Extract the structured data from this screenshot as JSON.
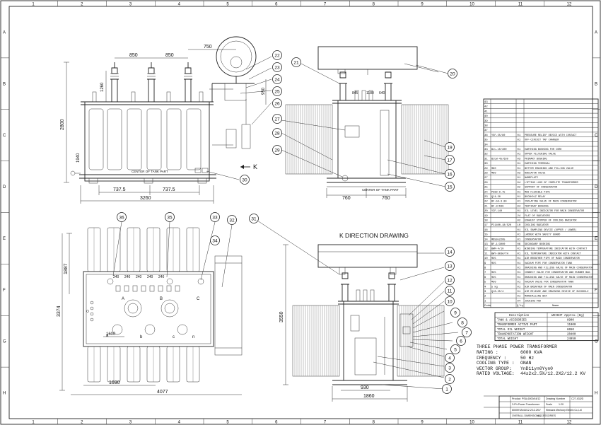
{
  "frame": {
    "columns": [
      "1",
      "2",
      "3",
      "4",
      "5",
      "6",
      "7",
      "8",
      "9",
      "10",
      "11",
      "12"
    ],
    "rows": [
      "A",
      "B",
      "C",
      "D",
      "E",
      "F",
      "G",
      "H"
    ]
  },
  "views": {
    "k_direction_title": "K DIRECTION DRAWING",
    "center_of_tank": "CENTER OF TANK PART",
    "k_arrow": "K",
    "front_markers": [
      "A",
      "B",
      "C"
    ],
    "bottom_markers": [
      "a",
      "b",
      "c",
      "n"
    ]
  },
  "dimensions": {
    "front": [
      "850",
      "850",
      "750",
      "2800",
      "1260",
      "1940",
      "950",
      "737.5",
      "737.5",
      "3260"
    ],
    "side": [
      "760",
      "760",
      "845",
      "1180",
      "640"
    ],
    "plan": [
      "1887",
      "3374",
      "1690",
      "4077",
      "1600",
      "240",
      "240",
      "240",
      "240",
      "240"
    ],
    "kview": [
      "3550",
      "930",
      "1860"
    ]
  },
  "balloons": {
    "front": [
      "22",
      "23",
      "24",
      "25",
      "26",
      "30"
    ],
    "side": [
      "21",
      "20",
      "27",
      "28",
      "29",
      "19",
      "17",
      "16",
      "15"
    ],
    "plan": [
      "36",
      "35",
      "33",
      "32",
      "34"
    ],
    "kview": [
      "31",
      "14",
      "13",
      "12",
      "11",
      "10",
      "9",
      "8",
      "7",
      "6",
      "5",
      "4",
      "3",
      "2",
      "1"
    ]
  },
  "bom": {
    "header": [
      "Code",
      "",
      "Q'ty",
      "Name"
    ],
    "rows": [
      [
        "43",
        "",
        "",
        ""
      ],
      [
        "42",
        "",
        "",
        ""
      ],
      [
        "41",
        "",
        "",
        ""
      ],
      [
        "40",
        "",
        "",
        ""
      ],
      [
        "39",
        "",
        "",
        ""
      ],
      [
        "38",
        "",
        "",
        ""
      ],
      [
        "37",
        "",
        "",
        ""
      ],
      [
        "36",
        "YSF-55/80",
        "01",
        "PRESSURE RELIEF DEVICE WITH CONTACT"
      ],
      [
        "35",
        "",
        "01",
        "OFF-CIRCUIT TAP CHANGER"
      ],
      [
        "34",
        "",
        "",
        ""
      ],
      [
        "33",
        "BJL-10/300",
        "01",
        "EARTHING BUSHING FOR CORE"
      ],
      [
        "32",
        "",
        "01",
        "UPPER FILTERING VALVE"
      ],
      [
        "31",
        "BJLW-45/630",
        "03",
        "PRIMARY BUSHING"
      ],
      [
        "30",
        "",
        "01",
        "EARTHING TERMINAL"
      ],
      [
        "29",
        "Φ80",
        "01",
        "BOTTOM DRAINING AND FILLING VALVE"
      ],
      [
        "28",
        "Φ80",
        "03",
        "RADIATOR VALVE"
      ],
      [
        "27",
        "",
        "01",
        "NAMEPLATE"
      ],
      [
        "26",
        "",
        "04",
        "LIFTING LUGS OF COMPLETE TRANSFORMER"
      ],
      [
        "25",
        "",
        "02",
        "SUPPORT OF CONSERVATOR"
      ],
      [
        "24",
        "PG80-0.75",
        "01",
        "Φ80 FLEXIBLE PIPE"
      ],
      [
        "23",
        "QJ4-50",
        "01",
        "BUCHHOLZ RELAY"
      ],
      [
        "22",
        "BF-50-3.80",
        "01",
        "ISOLATING VALVE OF MAIN CONSERVATOR"
      ],
      [
        "21",
        "BF-3/630",
        "04",
        "TERTIARY BUSHING"
      ],
      [
        "20",
        "YZF-140",
        "01",
        "OIL LEVEL INDICATOR FOR MAIN CONSERVATOR"
      ],
      [
        "19",
        "",
        "24",
        "FLAT OF RADIATORS"
      ],
      [
        "18",
        "",
        "02",
        "EXHAUST STOPPER OF COOLING RADIATOR"
      ],
      [
        "17",
        "PC1400-18/520",
        "10",
        "COOLING RADIATOR"
      ],
      [
        "16",
        "",
        "01",
        "OIL SAMPLING DEVICE (UPPER / LOWER)"
      ],
      [
        "15",
        "",
        "01",
        "LADDER WITH SAFETY GUARD"
      ],
      [
        "14",
        "Φ650x2205",
        "01",
        "CONSERVATOR"
      ],
      [
        "13",
        "BF-1/3000",
        "06",
        "SECONDARY BUSHING"
      ],
      [
        "12",
        "BWR-4/10",
        "01",
        "WINDING TEMPERATURE INDICATOR WITH CONTACT"
      ],
      [
        "11",
        "BWY-803A/TH",
        "01",
        "OIL TEMPERATURE INDICATOR WITH CONTACT"
      ],
      [
        "10",
        "Φ25",
        "01",
        "AIR BREATHER PIPE OF MAIN CONSERVATOR"
      ],
      [
        "9",
        "Φ25",
        "01",
        "VACUUM PIPE FOR CONSERVATOR TANK"
      ],
      [
        "8",
        "",
        "01",
        "DRAINING AND FILLING VALVE OF MAIN CONSERVATOR"
      ],
      [
        "7",
        "Φ25",
        "01",
        "CONNECT VALVE FOR CONSERVATOR AND RUBBER BAG"
      ],
      [
        "6",
        "Φ25",
        "01",
        "DRAINING AND FILLING VALVE OF MAIN CONSERVATOR"
      ],
      [
        "5",
        "Φ50",
        "01",
        "VACUUM VALVE FOR CONSERVATOR TANK"
      ],
      [
        "4",
        "5 kg",
        "01",
        "AIR BREATHER OF MAIN CONSERVATOR"
      ],
      [
        "3",
        "QJ8-25/4",
        "01",
        "AIR RELEASE AND DRAINING DEVICE OF BUCHHOLZ"
      ],
      [
        "2",
        "",
        "01",
        "MARSHALLING BOX"
      ],
      [
        "1",
        "",
        "04",
        "JACKING PAD"
      ]
    ]
  },
  "weights": {
    "header": [
      "Description",
      "WEIGHT Approx.(Kg)"
    ],
    "rows": [
      [
        "TANK & ACCESORIES",
        "8900"
      ],
      [
        "TRANSFORMER ACTIVE PART",
        "11000"
      ],
      [
        "TOTAL OIL WEIGHT",
        "6650"
      ],
      [
        "TRANSPORTATION WEIGHT",
        "20400"
      ],
      [
        "TOTAL WEIGHT",
        "24950"
      ]
    ]
  },
  "specs": {
    "title": "THREE PHASE POWER TRANSFORMER",
    "rows": [
      {
        "k": "RATING :",
        "v": "6000 KVA"
      },
      {
        "k": "FREQUENCY :",
        "v": "50  Hz"
      },
      {
        "k": "COOLING TYPE :",
        "v": "ONAN"
      },
      {
        "k": "VECTOR GROUP:",
        "v": "YnD11yn0Yyn0"
      },
      {
        "k": "RATED VOLTAGE:",
        "v": "44±2x2.5%/12.2X2/12.2 KV"
      }
    ]
  },
  "title_block": {
    "product_label": "Product",
    "product_value": "PSA-6000/44/12",
    "drawing_no_label": "Drawing Number",
    "drawing_no_value": "C27.433/D",
    "name_line1": "3-Ph.Power Transformer",
    "name_line2": "6000KVA/44/12.2/12.2KV",
    "title_line1": "OVERALL DIMENSION &",
    "title_line2": "ACCESSORIES",
    "scale_label": "Scale",
    "scale_value": "1:20",
    "company": "Wessana Mechcorp Electric Co.,Ltd"
  },
  "colors": {
    "line": "#222222",
    "paper": "#ffffff"
  }
}
